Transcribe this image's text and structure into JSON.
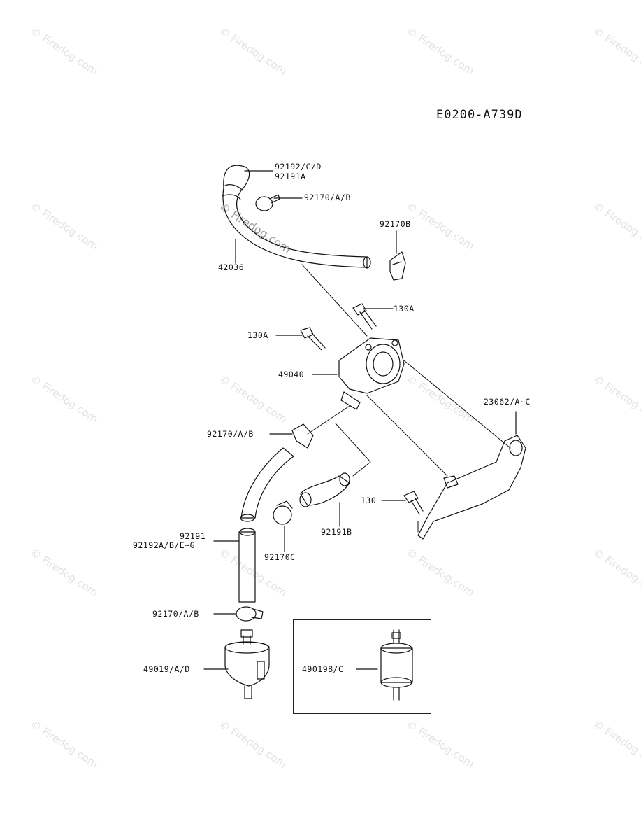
{
  "diagram_code": "E0200-A739D",
  "watermark": "© Firedog.com",
  "parts": {
    "hose_top_a": "92192/C/D",
    "hose_top_b": "92191A",
    "clamp_top": "92170/A/B",
    "clamp_right": "92170B",
    "hose_main": "42036",
    "bolt_right": "130A",
    "bolt_left": "130A",
    "fuel_pump": "49040",
    "bracket": "23062/A~C",
    "clamp_mid": "92170/A/B",
    "bolt_bracket": "130",
    "hose_small": "92191B",
    "hose_lower_a": "92191",
    "hose_lower_b": "92192A/B/E~G",
    "clamp_small": "92170C",
    "clamp_lower": "92170/A/B",
    "filter_main": "49019/A/D",
    "filter_inset": "49019B/C"
  }
}
